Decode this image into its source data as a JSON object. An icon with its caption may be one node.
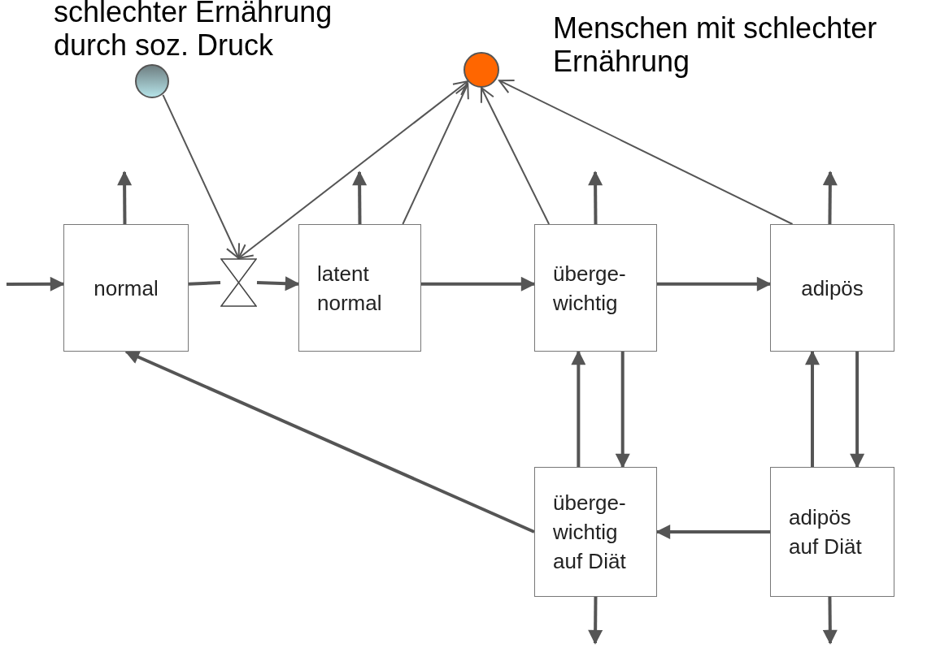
{
  "diagram": {
    "nodes": [
      {
        "text": [
          "normal"
        ]
      },
      {
        "text": [
          "latent normal"
        ]
      },
      {
        "text": [
          "überge- wichtig"
        ]
      },
      {
        "text": [
          "adipös"
        ]
      },
      {
        "text": [
          "überge- wichtig auf Diät"
        ]
      },
      {
        "text": [
          "adipös auf Diät"
        ]
      },
      {
        "text": [],
        "shape": "valve"
      },
      {
        "text": [],
        "shape": "circle",
        "beside": [
          "schlechter Ernährung durch soz. Druck"
        ]
      },
      {
        "text": [],
        "shape": "circle",
        "beside": [
          "Menschen mit schlechter Ernährung"
        ]
      }
    ],
    "edges": [
      {
        "from": null,
        "to": 0,
        "arrow": "to"
      },
      {
        "from": 0,
        "to": 6,
        "arrow": "none"
      },
      {
        "from": 6,
        "to": 1,
        "arrow": "to"
      },
      {
        "from": 1,
        "to": 2,
        "arrow": "to"
      },
      {
        "from": 2,
        "to": 3,
        "arrow": "to"
      },
      {
        "from": 0,
        "to": null,
        "arrow": "to"
      },
      {
        "from": 1,
        "to": null,
        "arrow": "to"
      },
      {
        "from": 2,
        "to": null,
        "arrow": "to"
      },
      {
        "from": 3,
        "to": null,
        "arrow": "to"
      },
      {
        "from": 2,
        "to": 4,
        "arrow": "to"
      },
      {
        "from": 4,
        "to": 2,
        "arrow": "to"
      },
      {
        "from": 3,
        "to": 5,
        "arrow": "to"
      },
      {
        "from": 5,
        "to": 3,
        "arrow": "to"
      },
      {
        "from": 5,
        "to": 4,
        "arrow": "to"
      },
      {
        "from": 4,
        "to": 0,
        "arrow": "to"
      },
      {
        "from": 4,
        "to": null,
        "arrow": "to"
      },
      {
        "from": 5,
        "to": null,
        "arrow": "to"
      },
      {
        "from": 7,
        "to": 6,
        "arrow": "to"
      },
      {
        "from": 6,
        "to": 8,
        "arrow": "both"
      },
      {
        "from": 1,
        "to": 8,
        "arrow": "to"
      },
      {
        "from": 2,
        "to": 8,
        "arrow": "to"
      },
      {
        "from": 3,
        "to": 8,
        "arrow": "to"
      }
    ]
  }
}
